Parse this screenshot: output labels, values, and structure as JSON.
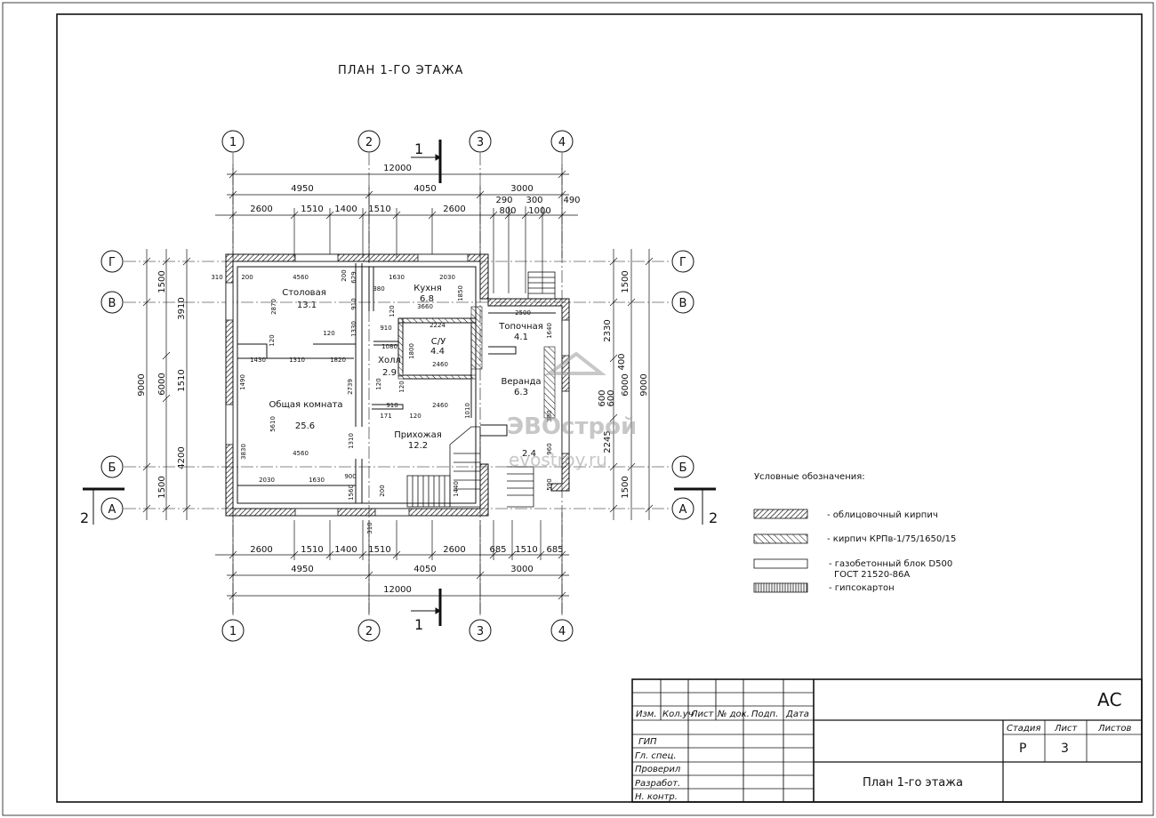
{
  "title": "ПЛАН 1-ГО ЭТАЖА",
  "axes": {
    "numeric": [
      "1",
      "2",
      "3",
      "4"
    ],
    "letter": [
      "Г",
      "В",
      "Б",
      "А"
    ]
  },
  "section_marks": {
    "top": "1",
    "bottom": "1",
    "left": "2",
    "right": "2"
  },
  "dims_top": {
    "overall": "12000",
    "row2": [
      "4950",
      "4050",
      "3000"
    ],
    "row3": [
      "2600",
      "1510",
      "1400",
      "1510",
      "2600"
    ],
    "right_small": [
      "290",
      "300",
      "490",
      "800",
      "1000"
    ]
  },
  "dims_bottom": {
    "row1": [
      "2600",
      "1510",
      "1400",
      "1510",
      "2600",
      "685",
      "1510",
      "685"
    ],
    "row2": [
      "4950",
      "4050",
      "3000"
    ],
    "overall": "12000"
  },
  "dims_left": {
    "chain1": [
      "1500",
      "6000",
      "1500"
    ],
    "chain2": [
      "3910",
      "1510",
      "4200"
    ],
    "overall": "9000"
  },
  "dims_right": {
    "chain1": [
      "1500",
      "2330",
      "2245",
      "1500"
    ],
    "chain2": [
      "6000"
    ],
    "overall": "9000",
    "small": [
      "400",
      "600",
      "600"
    ]
  },
  "rooms": [
    {
      "name": "Столовая",
      "area": "13.1"
    },
    {
      "name": "Кухня",
      "area": "6.8"
    },
    {
      "name": "С/У",
      "area": "4.4"
    },
    {
      "name": "Холл",
      "area": "2.9"
    },
    {
      "name": "Общая комната",
      "area": "25.6"
    },
    {
      "name": "Прихожая",
      "area": "12.2"
    },
    {
      "name": "Топочная",
      "area": "4.1"
    },
    {
      "name": "Веранда",
      "area": "6.3"
    },
    {
      "name": "",
      "area": "2.4"
    }
  ],
  "inner_dims": [
    "310",
    "200",
    "4560",
    "200",
    "629",
    "1630",
    "2030",
    "380",
    "910",
    "3660",
    "1850",
    "2870",
    "120",
    "1330",
    "120",
    "910",
    "2224",
    "2500",
    "1640",
    "1080",
    "1430",
    "1310",
    "1820",
    "1800",
    "2460",
    "120",
    "1490",
    "2739",
    "120",
    "171",
    "910",
    "120",
    "2460",
    "5610",
    "1310",
    "1010",
    "3830",
    "4560",
    "2030",
    "1630",
    "900",
    "1560",
    "200",
    "310",
    "380",
    "960",
    "590",
    "120",
    "1440"
  ],
  "legend": {
    "title": "Условные обозначения:",
    "items": [
      {
        "label": "- облицовочный кирпич",
        "pattern": "hatch-dense"
      },
      {
        "label": "- кирпич КРПв-1/75/1650/15",
        "pattern": "hatch-cross"
      },
      {
        "label": "- газобетонный блок D500",
        "label2": "ГОСТ 21520-86А",
        "pattern": "blank"
      },
      {
        "label": "- гипсокартон",
        "pattern": "vertical"
      }
    ]
  },
  "watermark": {
    "line1": "ЭВОстрой",
    "line2": "evostroy.ru"
  },
  "stamp": {
    "headers": [
      "Изм.",
      "Кол.уч",
      "Лист",
      "№ док.",
      "Подп.",
      "Дата"
    ],
    "rows": [
      "ГИП",
      "Гл. спец.",
      "Проверил",
      "Разработ.",
      "Н. контр."
    ],
    "code": "АС",
    "stage_headers": [
      "Стадия",
      "Лист",
      "Листов"
    ],
    "stage_values": [
      "Р",
      "3",
      ""
    ],
    "sheet_title": "План 1-го этажа"
  }
}
